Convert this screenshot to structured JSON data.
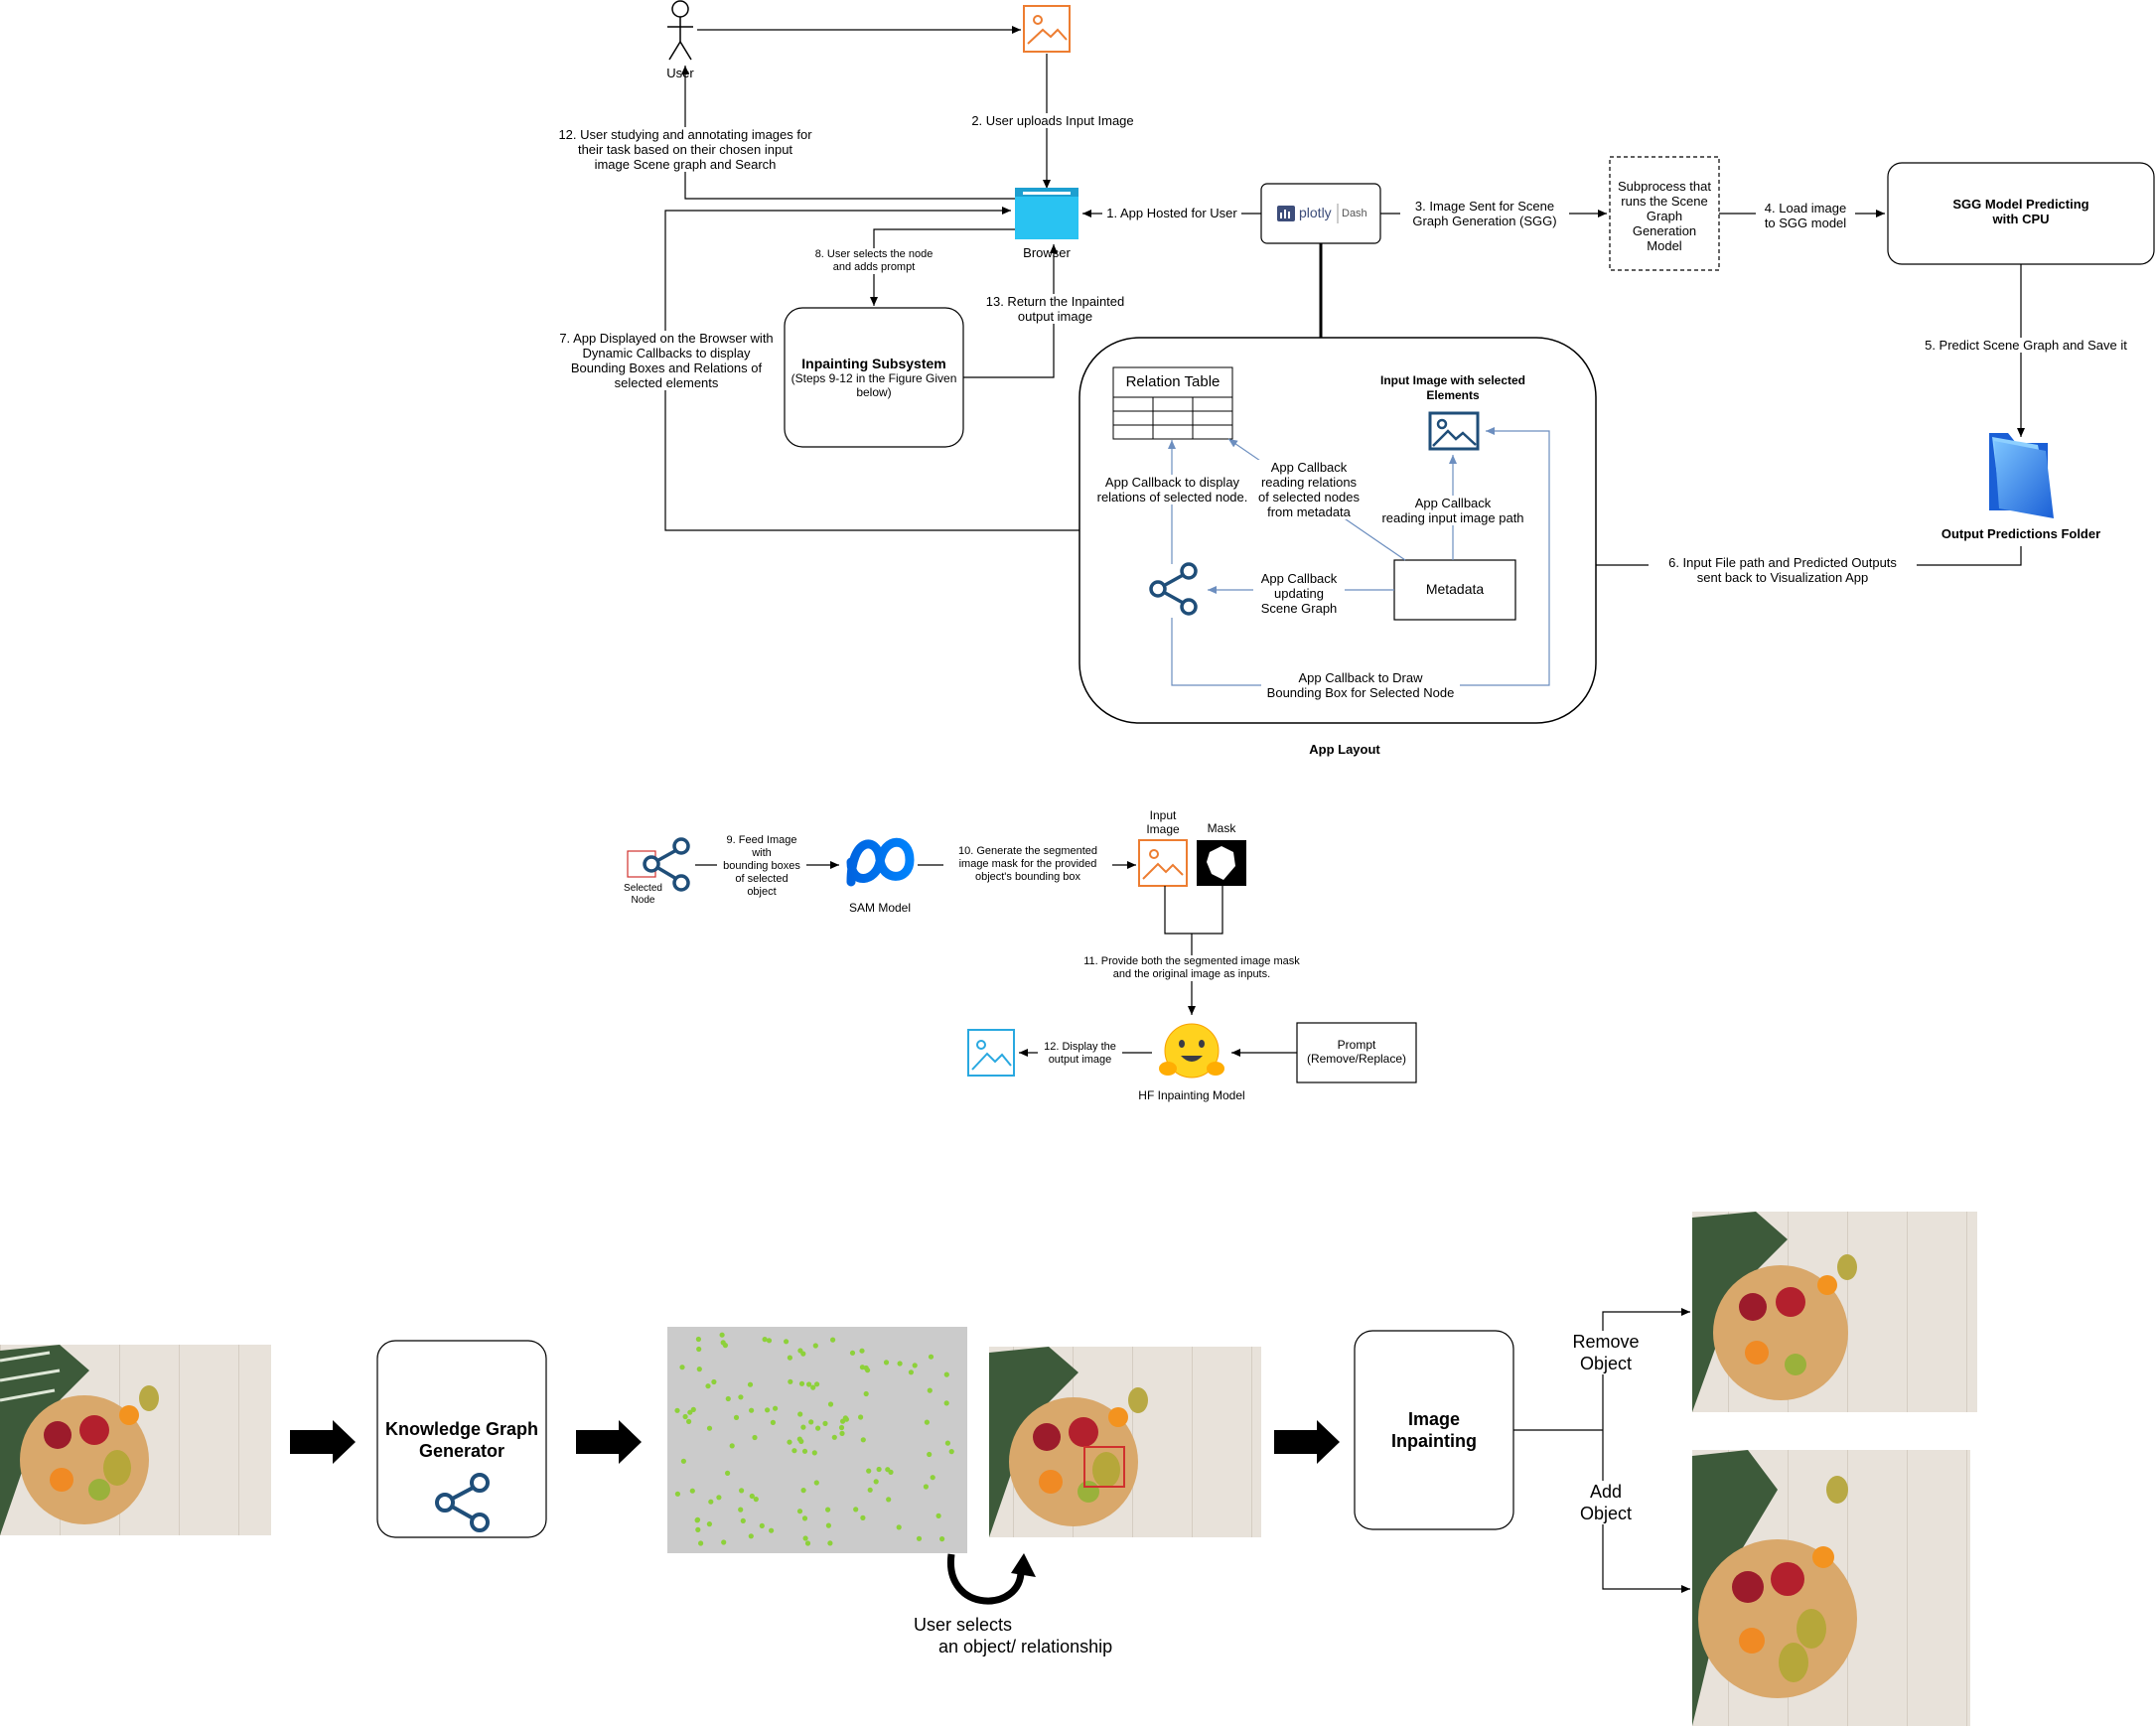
{
  "top": {
    "user": "User",
    "step2": "2. User uploads Input Image",
    "step12": "12. User studying and annotating images for\ntheir task based on their chosen input\nimage Scene graph and Search",
    "browser": "Browser",
    "step1": "1. App Hosted for User",
    "plotly": "plotly",
    "dash": "Dash",
    "step3": "3. Image Sent for Scene\nGraph Generation (SGG)",
    "subprocess": "Subprocess that\nruns the Scene\nGraph\nGeneration\nModel",
    "step4": "4. Load image\nto SGG model",
    "sgg_model": "SGG Model Predicting\nwith CPU",
    "step5": "5. Predict Scene Graph and Save it",
    "output_folder": "Output Predictions Folder",
    "step6": "6. Input File path and Predicted Outputs\nsent back to Visualization App",
    "step8": "8. User selects the node\nand adds prompt",
    "step13": "13. Return the Inpainted\noutput image",
    "step7": "7. App Displayed on the Browser with\nDynamic Callbacks to display\nBounding Boxes and Relations of\nselected elements",
    "inpainting_title": "Inpainting Subsystem",
    "inpainting_sub": "(Steps 9-12 in the Figure Given\nbelow)",
    "relation_table": "Relation Table",
    "input_image_sel": "Input Image with selected\nElements",
    "cb_reading_rel": "App Callback\nreading relations\nof selected nodes\nfrom metadata",
    "cb_display_rel": "App Callback to display\nrelations of selected node.",
    "cb_input_path": "App Callback\nreading input image path",
    "cb_update_sg": "App Callback\nupdating\nScene Graph",
    "metadata": "Metadata",
    "cb_draw_bbox": "App Callback to Draw\nBounding Box for Selected Node",
    "app_layout": "App Layout"
  },
  "middle": {
    "selected_node": "Selected\nNode",
    "step9": "9. Feed Image\nwith\nbounding boxes\nof selected\nobject",
    "sam_model": "SAM Model",
    "step10": "10. Generate the segmented\nimage mask for the provided\nobject's bounding box",
    "input_image": "Input\nImage",
    "mask": "Mask",
    "step11": "11. Provide both the segmented image mask\nand the original image as inputs.",
    "step12": "12. Display the\noutput image",
    "hf_model": "HF Inpainting Model",
    "prompt": "Prompt\n(Remove/Replace)"
  },
  "bottom": {
    "kg_generator": "Knowledge Graph\nGenerator",
    "user_selects": "User selects\n     an object/ relationship",
    "image_inpainting": "Image\nInpainting",
    "remove_object": "Remove\nObject",
    "add_object": "Add\nObject"
  },
  "colors": {
    "orange_icon": "#ed7d31",
    "browser_blue": "#29c3f2",
    "callback_line": "#6c8ebf",
    "share_icon": "#1f4e79",
    "meta_blue": "#0082fb",
    "folder_blue": "#2b7de9",
    "table_wood": "#c9a06a",
    "board_wood": "#d9a86b"
  },
  "icons": {
    "user": "stick-figure-icon",
    "image": "image-icon",
    "browser": "browser-window-icon",
    "share": "share-graph-icon",
    "folder": "folder-icon",
    "meta": "meta-logo-icon",
    "hugging_face": "hugging-face-icon",
    "arrow": "right-arrow-icon",
    "curved_arrow": "curved-arrow-icon"
  }
}
